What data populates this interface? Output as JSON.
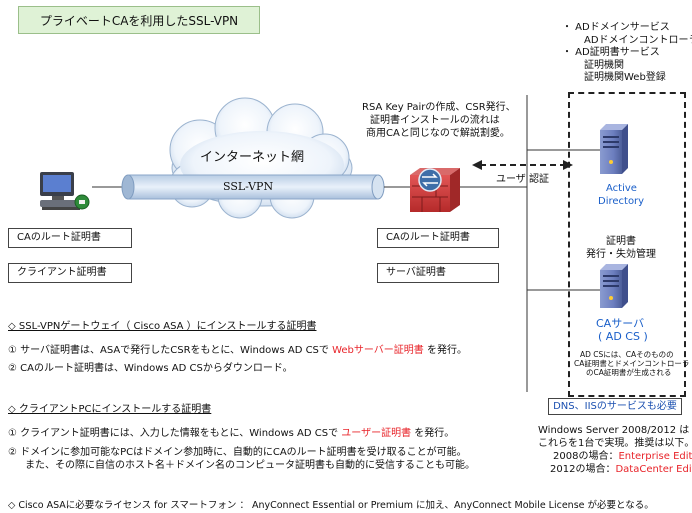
{
  "title": "プライベートCAを利用したSSL-VPN",
  "right_top": {
    "line1": "・ ADドメインサービス",
    "line2": "ADドメインコントローラー",
    "line3": "・ AD証明書サービス",
    "line4": "証明機関",
    "line5": "証明機関Web登録"
  },
  "rsa_note": {
    "line1": "RSA Key Pairの作成、CSR発行、",
    "line2": "証明書インストールの流れは",
    "line3": "商用CAと同じなので解説割愛。"
  },
  "cloud": {
    "label": "インターネット網",
    "tunnel": "SSL-VPN"
  },
  "user_auth": "ユーザ 認証",
  "client_boxes": {
    "ca_root": "CAのルート証明書",
    "client_cert": "クライアント証明書"
  },
  "asa_boxes": {
    "ca_root": "CAのルート証明書",
    "server_cert": "サーバ証明書"
  },
  "server_panel": {
    "ad_label1": "Active",
    "ad_label2": "Directory",
    "cert_mgmt1": "証明書",
    "cert_mgmt2": "発行・失効管理",
    "ca_label1": "CAサーバ",
    "ca_label2": "( AD CS )",
    "ca_note1": "AD CSには、CAそのものの",
    "ca_note2": "CA証明書とドメインコントローラ",
    "ca_note3": "のCA証明書が生成される",
    "dns_iis": "DNS、IISのサービスも必要"
  },
  "windows_note": {
    "line1": "Windows Server 2008/2012 は",
    "line2": "これらを1台で実現。推奨は以下。",
    "line3_prefix": "2008の場合：",
    "line3_value": "Enterprise Editions",
    "line4_prefix": "2012の場合：",
    "line4_value": "DataCenter Editions"
  },
  "section1": {
    "heading": "◇ SSL-VPNゲートウェイ（ Cisco ASA ）にインストールする証明書",
    "item1_prefix": "① サーバ証明書は、ASAで発行したCSRをもとに、Windows AD CSで ",
    "item1_red": "Webサーバー証明書",
    "item1_suffix": " を発行。",
    "item2": "② CAのルート証明書は、Windows AD CSからダウンロード。"
  },
  "section2": {
    "heading": "◇ クライアントPCにインストールする証明書",
    "item1_prefix": "① クライアント証明書には、入力した情報をもとに、Windows AD CSで ",
    "item1_red": "ユーザー証明書",
    "item1_suffix": " を発行。",
    "item2_line1": "② ドメインに参加可能なPCはドメイン参加時に、自動的にCAのルート証明書を受け取ることが可能。",
    "item2_line2": "また、その際に自信のホスト名＋ドメイン名のコンピュータ証明書も自動的に受信することも可能。"
  },
  "footer": "◇ Cisco ASAに必要なライセンス for スマートフォン ： AnyConnect Essential or Premium に加え、AnyConnect Mobile License が必要となる。"
}
